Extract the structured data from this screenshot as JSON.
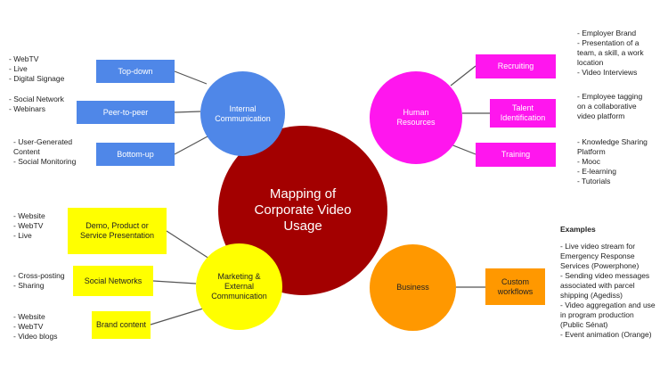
{
  "center": "Mapping of\nCorporate Video\nUsage",
  "hubs": {
    "internal": "Internal\nCommunication",
    "hr": "Human\nResources",
    "marketing": "Marketing &\nExternal\nCommunication",
    "business": "Business"
  },
  "internal_boxes": [
    "Top-down",
    "Peer-to-peer",
    "Bottom-up"
  ],
  "internal_notes": [
    "- WebTV\n- Live\n- Digital Signage",
    "- Social Network\n- Webinars",
    "- User-Generated\n  Content\n- Social Monitoring"
  ],
  "hr_boxes": [
    "Recruiting",
    "Talent\nIdentification",
    "Training"
  ],
  "hr_notes": [
    "- Employer Brand\n- Presentation of a\nteam, a skill, a work\nlocation\n- Video Interviews",
    "- Employee tagging\non a collaborative\nvideo platform",
    "- Knowledge Sharing\nPlatform\n- Mooc\n- E-learning\n- Tutorials"
  ],
  "marketing_boxes": [
    "Demo, Product or\nService Presentation",
    "Social Networks",
    "Brand content"
  ],
  "marketing_notes": [
    "- Website\n- WebTV\n- Live",
    "- Cross-posting\n- Sharing",
    "- Website\n- WebTV\n- Video blogs"
  ],
  "business_box": "Custom\nworkflows",
  "business_notes_title": "Examples",
  "business_notes": "- Live video stream for\nEmergency Response\nServices (Powerphone)\n- Sending video messages\nassociated with parcel\nshipping (Agediss)\n- Video aggregation and use\nin program production\n(Public Sénat)\n- Event animation (Orange)",
  "colors": {
    "center": "#a30000",
    "internal": "#4f87e8",
    "hr": "#ff16ee",
    "marketing": "#ffff00",
    "business": "#ff9800"
  }
}
